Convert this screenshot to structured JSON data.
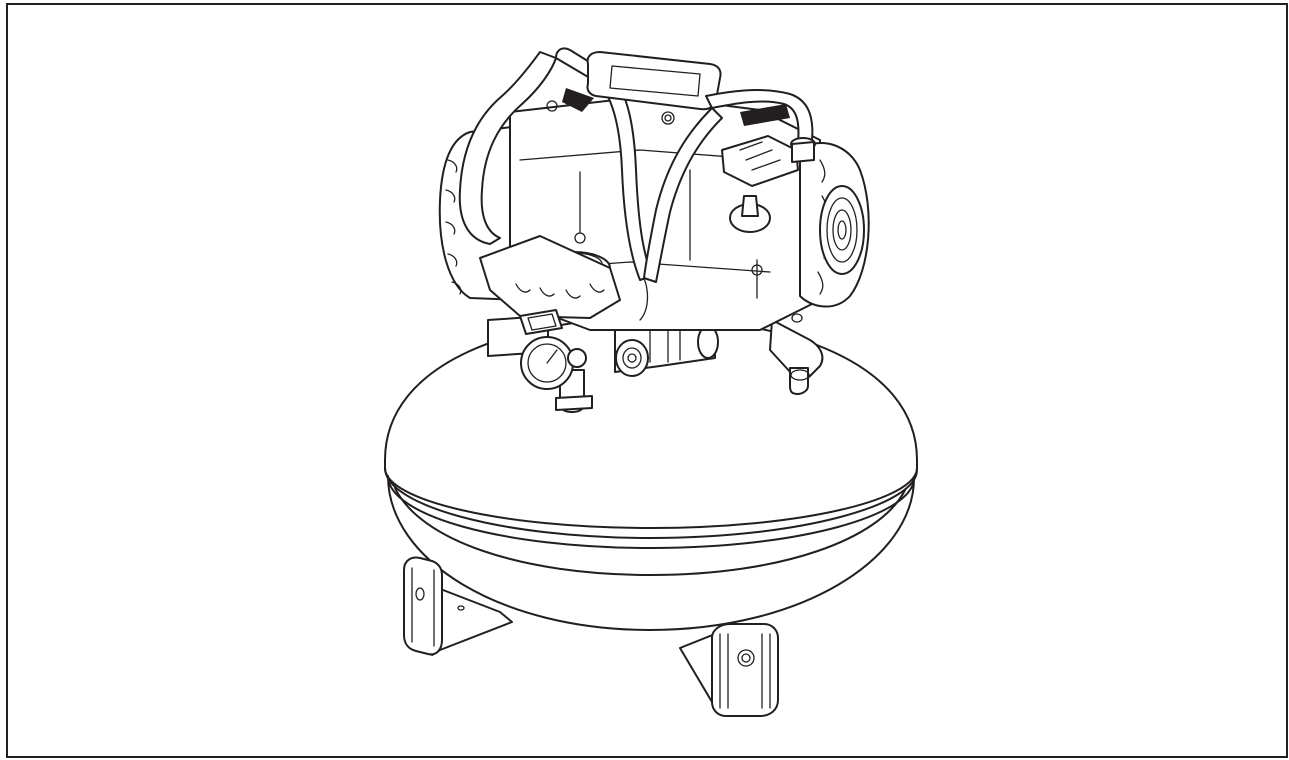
{
  "figure": {
    "subject": "pancake-air-compressor",
    "style": "black line art on white",
    "colors": {
      "line": "#231f20",
      "background": "#ffffff"
    },
    "icons": [
      "air-compressor-illustration"
    ]
  }
}
